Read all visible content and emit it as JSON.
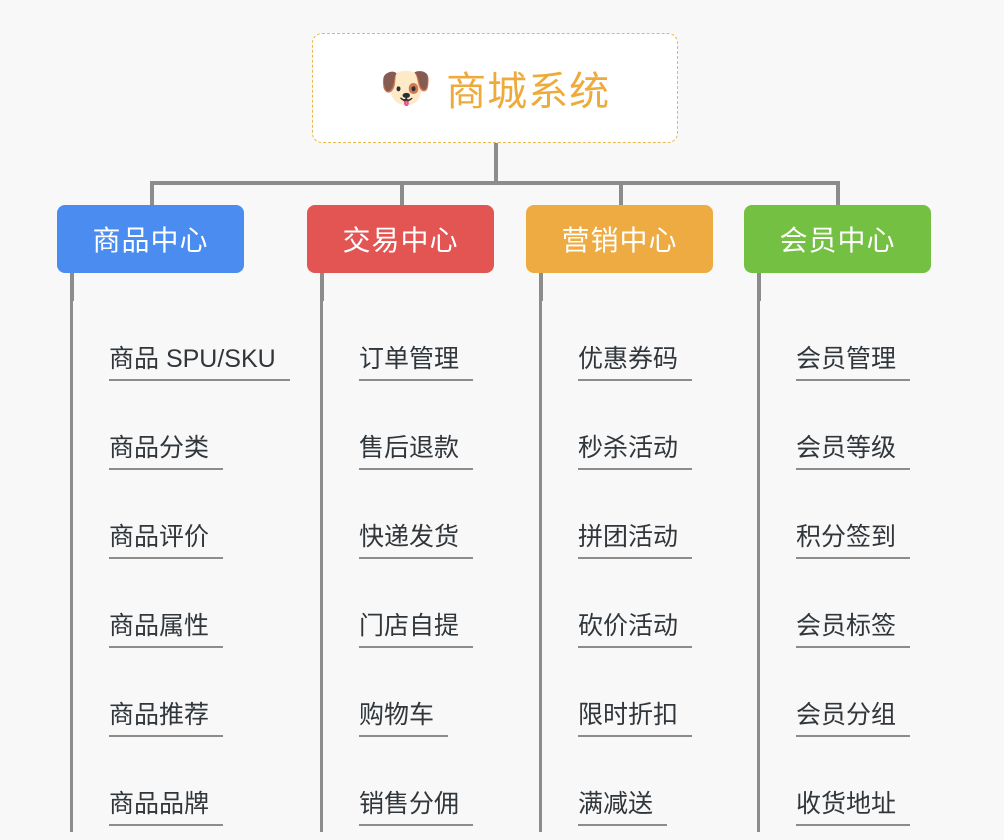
{
  "page": {
    "background_color": "#f8f8f8",
    "type": "organization-chart"
  },
  "root": {
    "icon": "dog-face-emoji",
    "emoji": "🐶",
    "title": "商城系统",
    "text_color": "#eeab3c",
    "border_color": "#e8b84b",
    "background_color": "#ffffff"
  },
  "connector": {
    "color": "#8c8c8c"
  },
  "columns": [
    {
      "id": "product-center",
      "title": "商品中心",
      "color": "#4a8cf0",
      "title_color": "#ffffff",
      "items": [
        {
          "label": "商品 SPU/SKU"
        },
        {
          "label": "商品分类"
        },
        {
          "label": "商品评价"
        },
        {
          "label": "商品属性"
        },
        {
          "label": "商品推荐"
        },
        {
          "label": "商品品牌"
        }
      ]
    },
    {
      "id": "trade-center",
      "title": "交易中心",
      "color": "#e25553",
      "title_color": "#ffffff",
      "items": [
        {
          "label": "订单管理"
        },
        {
          "label": "售后退款"
        },
        {
          "label": "快递发货"
        },
        {
          "label": "门店自提"
        },
        {
          "label": "购物车"
        },
        {
          "label": "销售分佣"
        }
      ]
    },
    {
      "id": "marketing-center",
      "title": "营销中心",
      "color": "#edab42",
      "title_color": "#ffffff",
      "items": [
        {
          "label": "优惠券码"
        },
        {
          "label": "秒杀活动"
        },
        {
          "label": "拼团活动"
        },
        {
          "label": "砍价活动"
        },
        {
          "label": "限时折扣"
        },
        {
          "label": "满减送"
        }
      ]
    },
    {
      "id": "member-center",
      "title": "会员中心",
      "color": "#74c043",
      "title_color": "#ffffff",
      "items": [
        {
          "label": "会员管理"
        },
        {
          "label": "会员等级"
        },
        {
          "label": "积分签到"
        },
        {
          "label": "会员标签"
        },
        {
          "label": "会员分组"
        },
        {
          "label": "收货地址"
        }
      ]
    }
  ]
}
